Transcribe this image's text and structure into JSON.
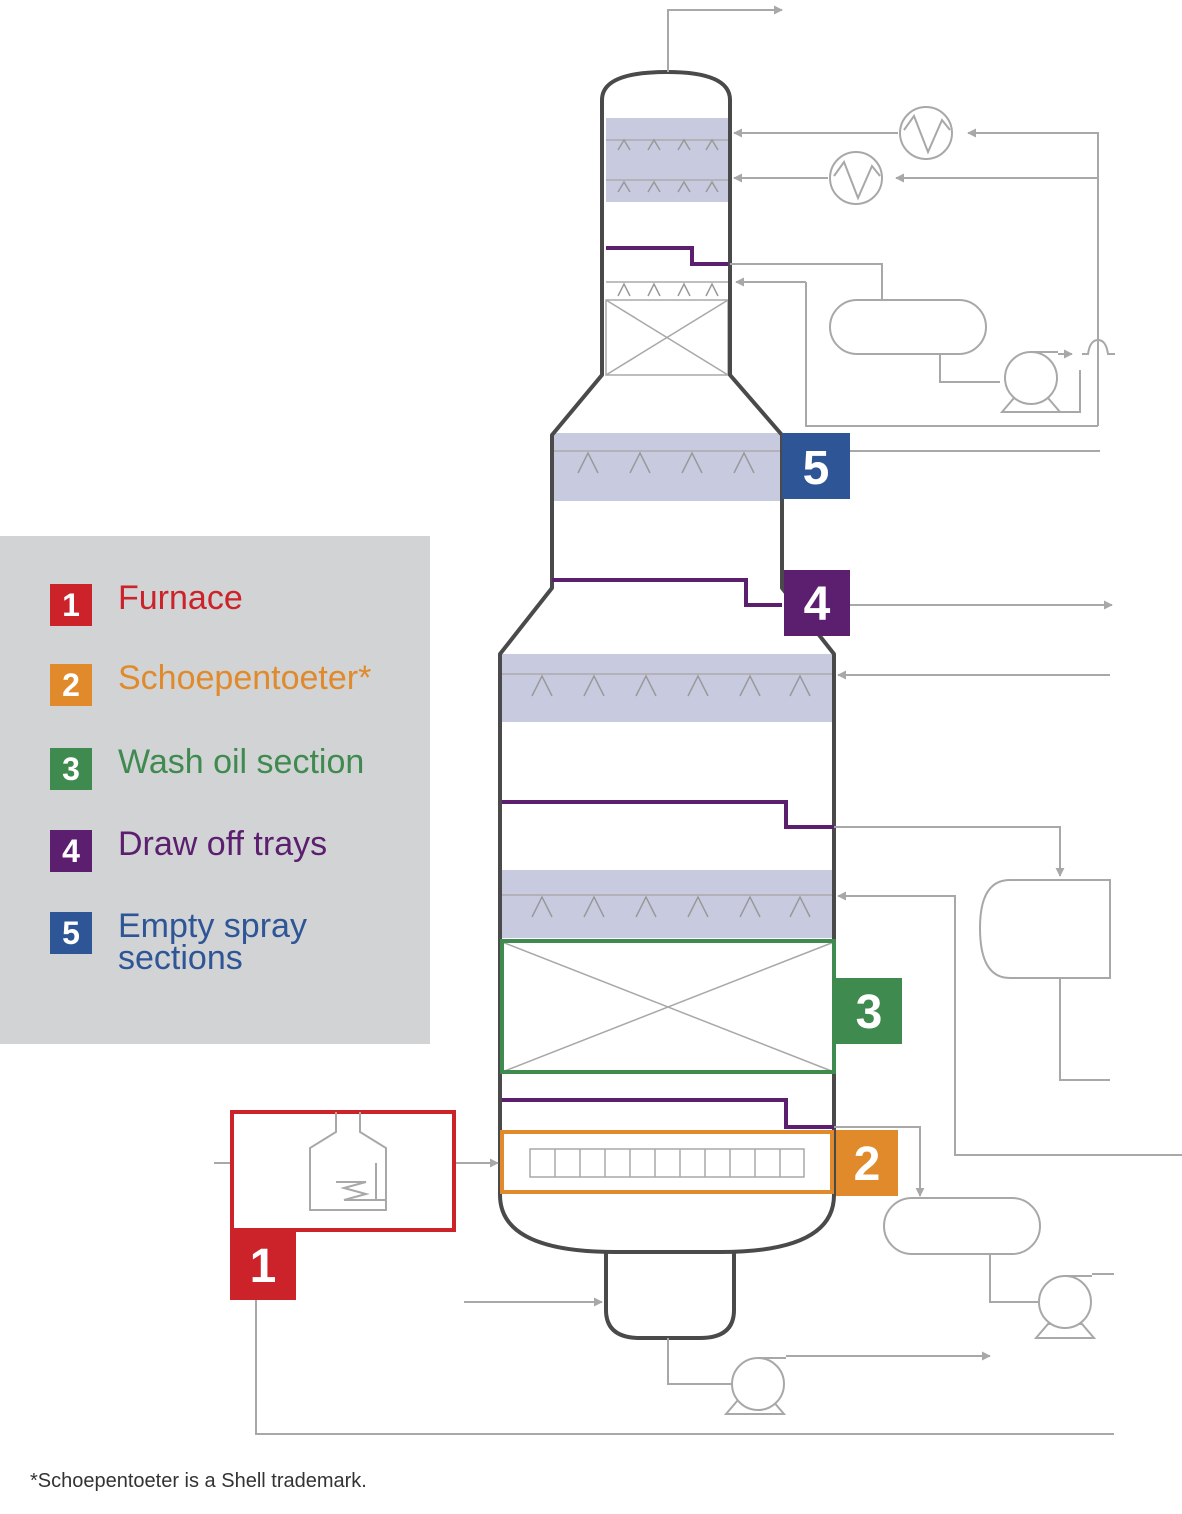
{
  "colors": {
    "line": "#a8a8a8",
    "column": "#4a4a4a",
    "packing": "#c8cbe0",
    "furnace": "#cc2229",
    "schoepentoeter": "#e08a2c",
    "wash_oil": "#3f8a4f",
    "draw_off": "#5c1e6e",
    "spray": "#2e5596",
    "legend_bg": "#d1d3d5"
  },
  "legend": [
    {
      "num": "1",
      "label": "Furnace",
      "color": "#cc2229"
    },
    {
      "num": "2",
      "label": "Schoepentoeter*",
      "color": "#e08a2c"
    },
    {
      "num": "3",
      "label": "Wash oil section",
      "color": "#3f8a4f"
    },
    {
      "num": "4",
      "label": "Draw off trays",
      "color": "#5c1e6e"
    },
    {
      "num": "5",
      "label": "Empty spray sections",
      "label_line1": "Empty spray",
      "label_line2": "sections",
      "color": "#2e5596"
    }
  ],
  "callouts": {
    "furnace": "1",
    "schoepentoeter": "2",
    "wash_oil": "3",
    "draw_off": "4",
    "spray": "5"
  },
  "footnote": "*Schoepentoeter is a Shell trademark."
}
